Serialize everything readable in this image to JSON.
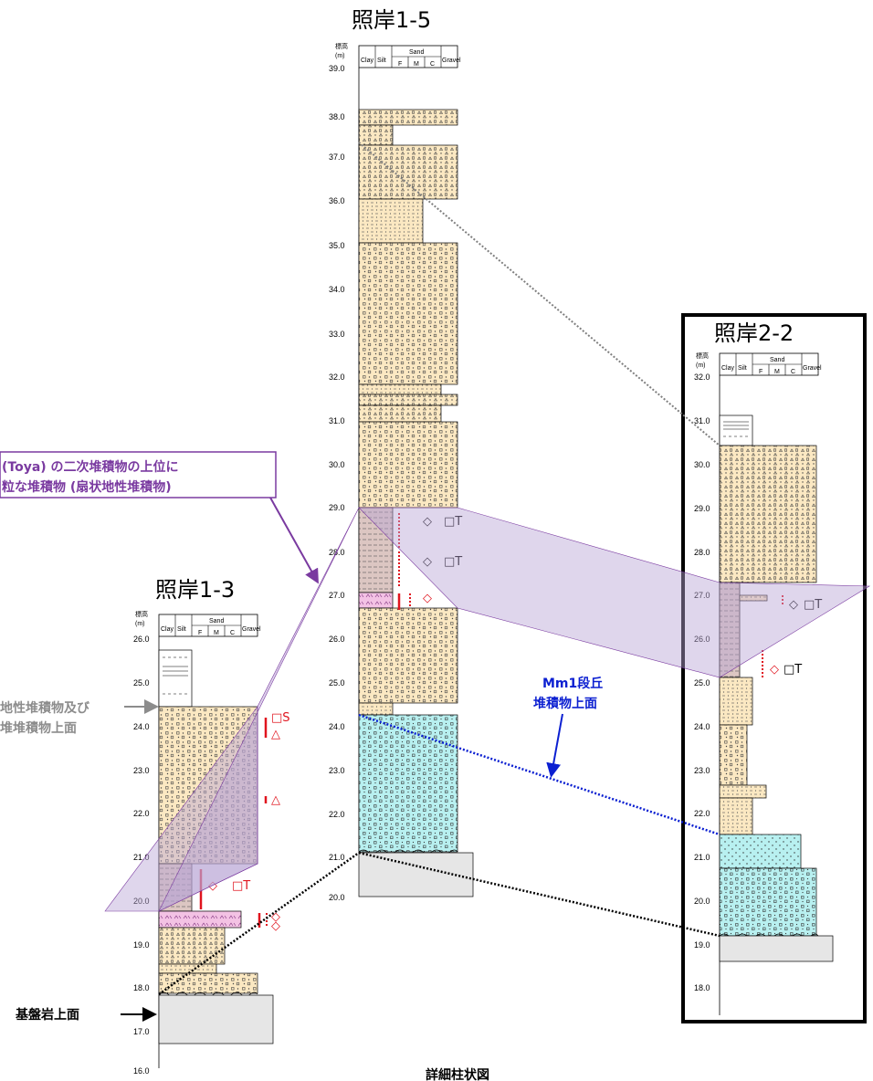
{
  "columns": [
    {
      "id": "c13",
      "title": "照岸1-3",
      "elev_label": "標高",
      "unit_label": "(m)",
      "ticks": [
        "26.0",
        "25.0",
        "24.0",
        "23.0",
        "22.0",
        "21.0",
        "20.0",
        "19.0",
        "18.0",
        "17.0",
        "16.0"
      ],
      "marks": [
        "□S",
        "△",
        "△",
        "◇",
        "□T",
        "◇",
        "◇"
      ]
    },
    {
      "id": "c15",
      "title": "照岸1-5",
      "elev_label": "標高",
      "unit_label": "(m)",
      "ticks": [
        "39.0",
        "38.0",
        "37.0",
        "36.0",
        "35.0",
        "34.0",
        "33.0",
        "32.0",
        "31.0",
        "30.0",
        "29.0",
        "28.0",
        "27.0",
        "26.0",
        "25.0",
        "24.0",
        "23.0",
        "22.0",
        "21.0",
        "20.0"
      ],
      "marks": [
        "◇",
        "□T",
        "◇",
        "□T",
        "◇"
      ]
    },
    {
      "id": "c22",
      "title": "照岸2-2",
      "elev_label": "標高",
      "unit_label": "(m)",
      "ticks": [
        "32.0",
        "31.0",
        "30.0",
        "29.0",
        "28.0",
        "27.0",
        "26.0",
        "25.0",
        "24.0",
        "23.0",
        "22.0",
        "21.0",
        "20.0",
        "19.0",
        "18.0"
      ],
      "marks": [
        "◇",
        "□T",
        "◇",
        "□T"
      ]
    }
  ],
  "legend_header": {
    "clay": "Clay",
    "silt": "Silt",
    "sand": "Sand",
    "f": "F",
    "m": "M",
    "c": "C",
    "gravel": "Gravel"
  },
  "annotations": {
    "toya_box_line1": "(Toya) の二次堆積物の上位に",
    "toya_box_line2": "粒な堆積物 (扇状地性堆積物)",
    "fan_top_line1": "地性堆積物及び",
    "fan_top_line2": "堆堆積物上面",
    "mm1_line1": "Mm1段丘",
    "mm1_line2": "堆積物上面",
    "bedrock": "基盤岩上面",
    "footer": "詳細柱状図"
  },
  "colors": {
    "sand": "#fbe8c2",
    "mud": "#dcc6c2",
    "terrace": "#b8f0f0",
    "bedrock": "#e6e6e6",
    "tephra": "#f3c2e4",
    "band": "#d9c9e6",
    "band_stroke": "#7a3aa0",
    "red": "#e0141e",
    "blue": "#0b1fd1",
    "grey_text": "#8c8c8c"
  }
}
